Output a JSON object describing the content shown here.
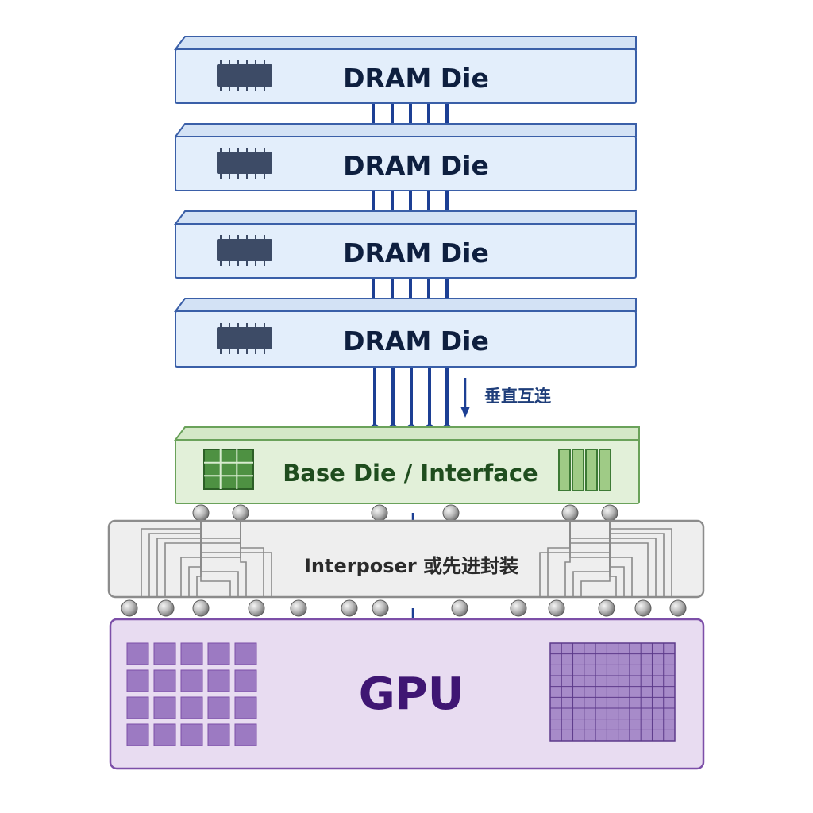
{
  "dram_dies": [
    {
      "label": "DRAM Die"
    },
    {
      "label": "DRAM Die"
    },
    {
      "label": "DRAM Die"
    },
    {
      "label": "DRAM Die"
    }
  ],
  "vertical_interconnect": {
    "label": "垂直互连"
  },
  "base_die": {
    "label": "Base Die / Interface"
  },
  "interposer": {
    "label": "Interposer 或先进封装"
  },
  "gpu": {
    "label": "GPU"
  },
  "colors": {
    "dram_fill": "#e3eefb",
    "dram_stroke": "#3a5fa8",
    "tsv": "#1c3f94",
    "chip": "#3d4b66",
    "base_fill": "#e2f0d9",
    "base_stroke": "#6aa25a",
    "base_grid": "#3d7a35",
    "interposer_fill": "#eeeeee",
    "interposer_stroke": "#8c8c8c",
    "gpu_fill": "#e8dcf1",
    "gpu_stroke": "#7c4fa8",
    "gpu_block": "#9c7ac2"
  }
}
